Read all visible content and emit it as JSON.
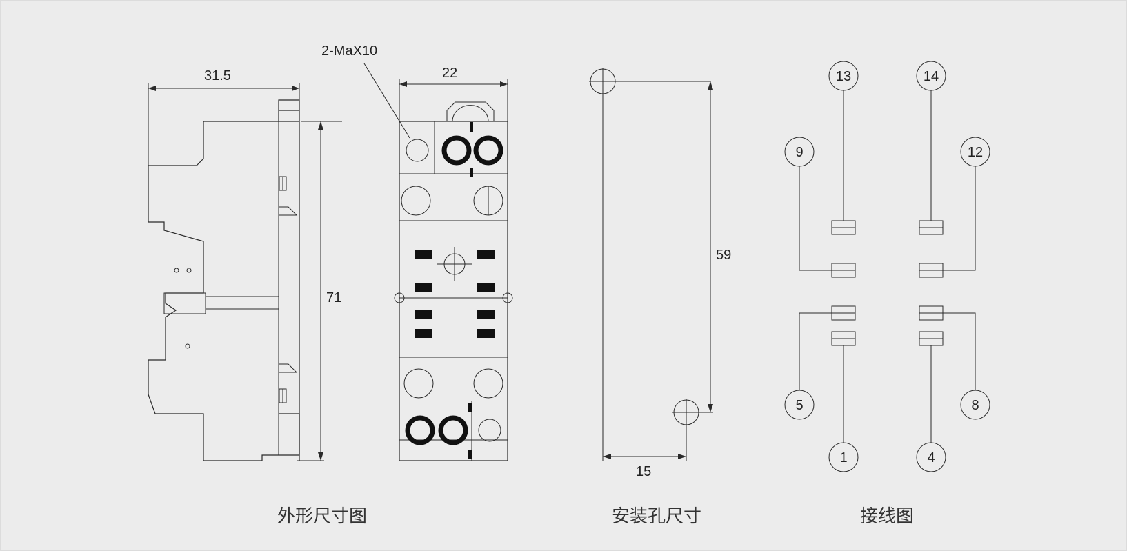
{
  "dimensions": {
    "width_label": "31.5",
    "top_width_label": "22",
    "height_label": "71",
    "screw_label": "2-MaX10",
    "hole_spacing_v": "59",
    "hole_spacing_h": "15"
  },
  "captions": {
    "outline": "外形尺寸图",
    "mounting": "安装孔尺寸",
    "wiring": "接线图"
  },
  "terminals": [
    "13",
    "14",
    "9",
    "12",
    "5",
    "8",
    "1",
    "4"
  ]
}
